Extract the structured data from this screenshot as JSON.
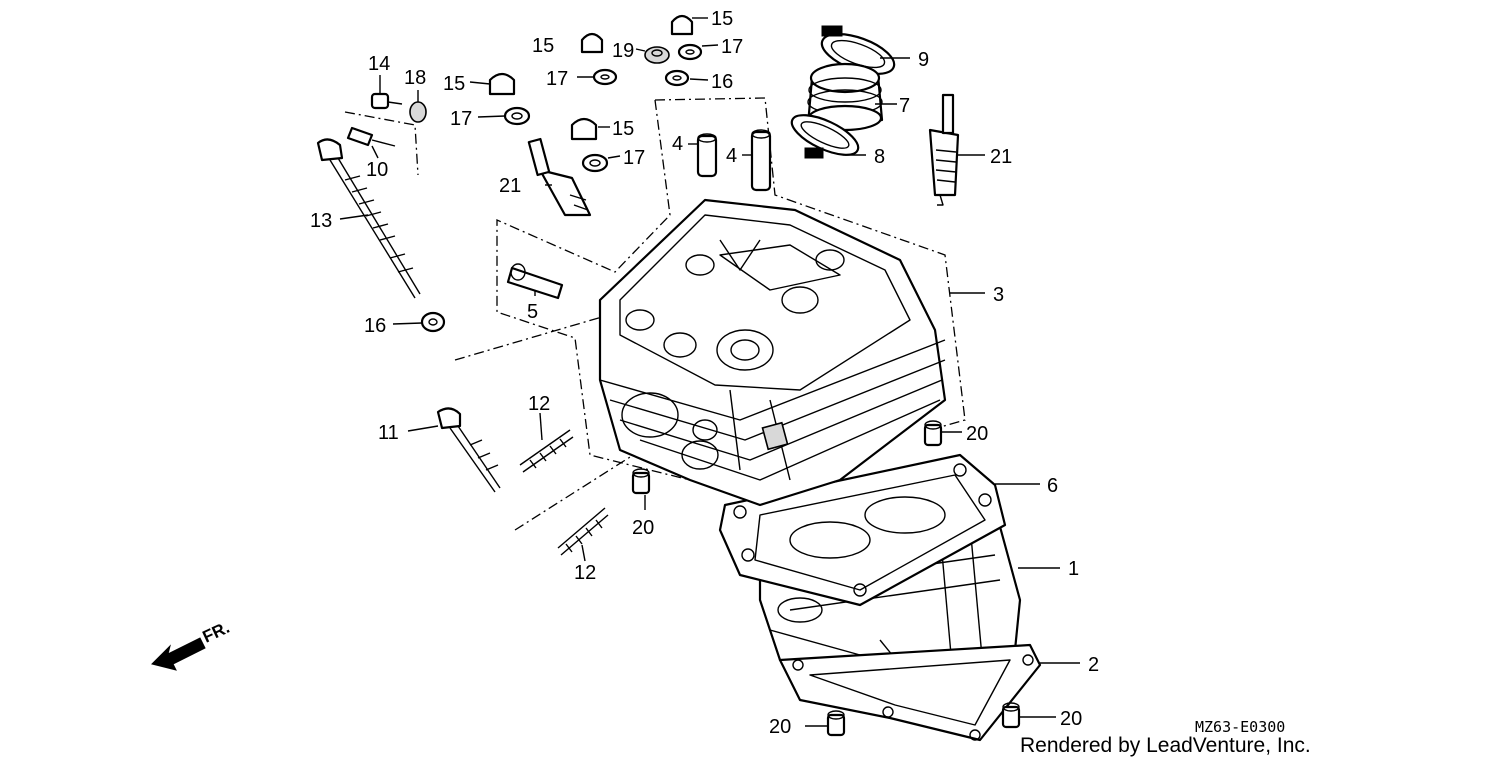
{
  "diagram": {
    "parts": [
      {
        "id": "p1",
        "label": "1"
      },
      {
        "id": "p2",
        "label": "2"
      },
      {
        "id": "p3",
        "label": "3"
      },
      {
        "id": "p4a",
        "label": "4"
      },
      {
        "id": "p4b",
        "label": "4"
      },
      {
        "id": "p5",
        "label": "5"
      },
      {
        "id": "p6",
        "label": "6"
      },
      {
        "id": "p7",
        "label": "7"
      },
      {
        "id": "p8",
        "label": "8"
      },
      {
        "id": "p9",
        "label": "9"
      },
      {
        "id": "p10",
        "label": "10"
      },
      {
        "id": "p11",
        "label": "11"
      },
      {
        "id": "p12a",
        "label": "12"
      },
      {
        "id": "p12b",
        "label": "12"
      },
      {
        "id": "p13",
        "label": "13"
      },
      {
        "id": "p14",
        "label": "14"
      },
      {
        "id": "p15a",
        "label": "15"
      },
      {
        "id": "p15b",
        "label": "15"
      },
      {
        "id": "p15c",
        "label": "15"
      },
      {
        "id": "p15d",
        "label": "15"
      },
      {
        "id": "p16a",
        "label": "16"
      },
      {
        "id": "p16b",
        "label": "16"
      },
      {
        "id": "p17a",
        "label": "17"
      },
      {
        "id": "p17b",
        "label": "17"
      },
      {
        "id": "p17c",
        "label": "17"
      },
      {
        "id": "p17d",
        "label": "17"
      },
      {
        "id": "p18",
        "label": "18"
      },
      {
        "id": "p19",
        "label": "19"
      },
      {
        "id": "p20a",
        "label": "20"
      },
      {
        "id": "p20b",
        "label": "20"
      },
      {
        "id": "p20c",
        "label": "20"
      },
      {
        "id": "p20d",
        "label": "20"
      },
      {
        "id": "p21a",
        "label": "21"
      },
      {
        "id": "p21b",
        "label": "21"
      }
    ],
    "direction_label": "FR.",
    "diagram_code": "MZ63-E0300",
    "credit": "Rendered by LeadVenture, Inc."
  }
}
